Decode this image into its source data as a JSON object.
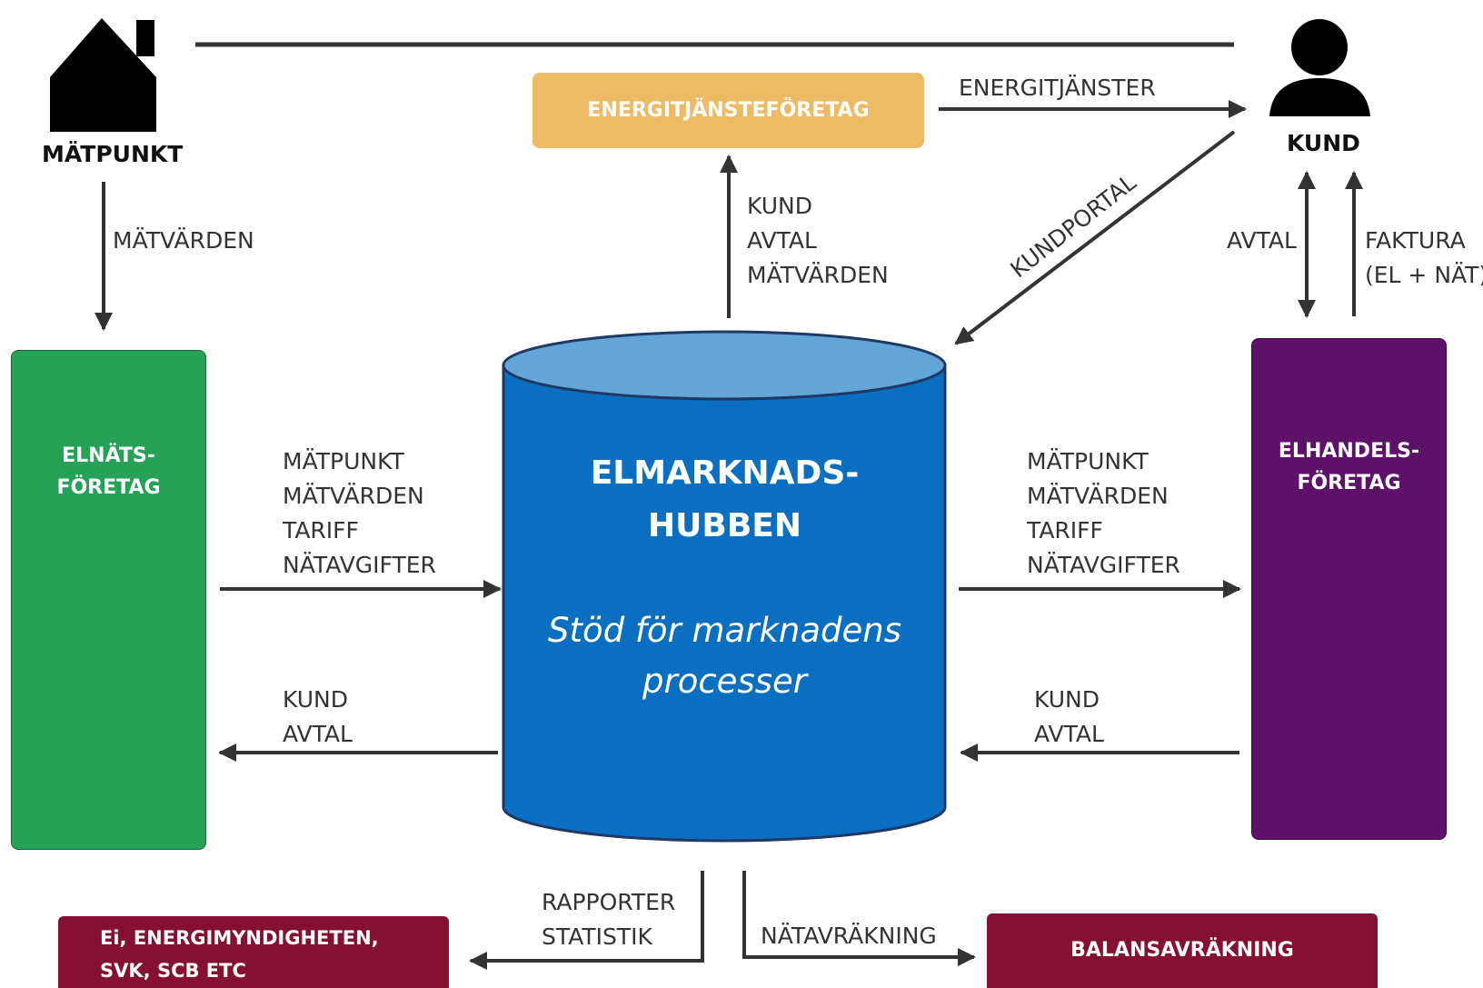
{
  "colors": {
    "elnat": "#25a258",
    "elhandel": "#5e1168",
    "energitjanst": "#edbb65",
    "maroon": "#861034",
    "hub_body": "#0b6fc1",
    "hub_top": "#62a6d8",
    "line": "#333333"
  },
  "nodes": {
    "matpunkt": "MÄTPUNKT",
    "kund": "KUND",
    "energitjanst": "ENERGITJÄNSTEFÖRETAG",
    "elnat_line1": "ELNÄTS-",
    "elnat_line2": "FÖRETAG",
    "elhandel_line1": "ELHANDELS-",
    "elhandel_line2": "FÖRETAG",
    "hub_title_line1": "ELMARKNADS-",
    "hub_title_line2": "HUBBEN",
    "hub_subtitle_line1": "Stöd för marknadens",
    "hub_subtitle_line2": "processer",
    "ei_line1": "Ei, ENERGIMYNDIGHETEN,",
    "ei_line2": "SVK, SCB ETC",
    "balans": "BALANSAVRÄKNING"
  },
  "edges": {
    "matvarden": "MÄTVÄRDEN",
    "energitjanster": "ENERGITJÄNSTER",
    "kundportal": "KUNDPORTAL",
    "avtal": "AVTAL",
    "faktura_line1": "FAKTURA",
    "faktura_line2": "(EL + NÄT)",
    "up_to_energi": [
      "KUND",
      "AVTAL",
      "MÄTVÄRDEN"
    ],
    "left_to_hub": [
      "MÄTPUNKT",
      "MÄTVÄRDEN",
      "TARIFF",
      "NÄTAVGIFTER"
    ],
    "hub_to_right": [
      "MÄTPUNKT",
      "MÄTVÄRDEN",
      "TARIFF",
      "NÄTAVGIFTER"
    ],
    "hub_to_left": [
      "KUND",
      "AVTAL"
    ],
    "right_to_hub": [
      "KUND",
      "AVTAL"
    ],
    "rapporter": [
      "RAPPORTER",
      "STATISTIK"
    ],
    "natavrakning": "NÄTAVRÄKNING"
  },
  "icons": {
    "house": "house-icon",
    "person": "person-icon",
    "pylon": "power-pylon-icon",
    "bulb": "light-bulb-icon"
  }
}
